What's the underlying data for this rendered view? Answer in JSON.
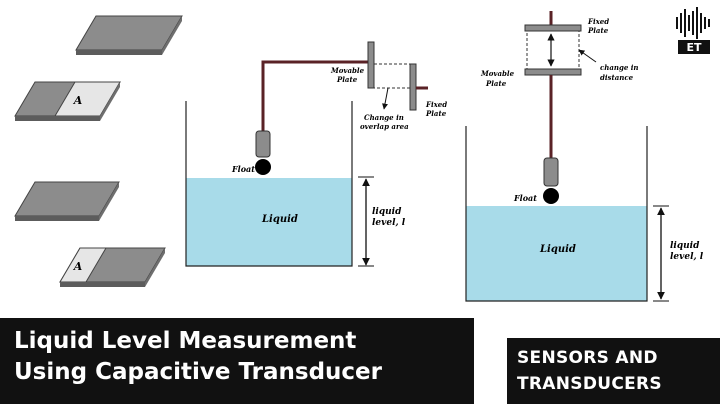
{
  "title": {
    "line1": "Liquid Level Measurement",
    "line2": "Using Capacitive Transducer"
  },
  "category": {
    "line1": "SENSORS AND",
    "line2": "TRANSDUCERS"
  },
  "logo": {
    "text": "ET",
    "icon": "sound-wave-icon"
  },
  "plates": {
    "area_label": "A"
  },
  "left_diagram": {
    "movable_plate": [
      "Movable",
      "Plate"
    ],
    "fixed_plate": [
      "Fixed",
      "Plate"
    ],
    "change_label": [
      "Change in",
      "overlap area"
    ],
    "float": "Float",
    "liquid": "Liquid",
    "level": [
      "liquid",
      "level, l"
    ]
  },
  "right_diagram": {
    "fixed_plate": [
      "Fixed",
      "Plate"
    ],
    "movable_plate": [
      "Movable",
      "Plate"
    ],
    "change_label": [
      "change in",
      "distance"
    ],
    "float": "Float",
    "liquid": "Liquid",
    "level": [
      "liquid",
      "level, l"
    ]
  },
  "colors": {
    "liquid": "#a8dbe9",
    "rod": "#5a2226",
    "plate": "#8c8c8c",
    "banner": "#111111"
  }
}
